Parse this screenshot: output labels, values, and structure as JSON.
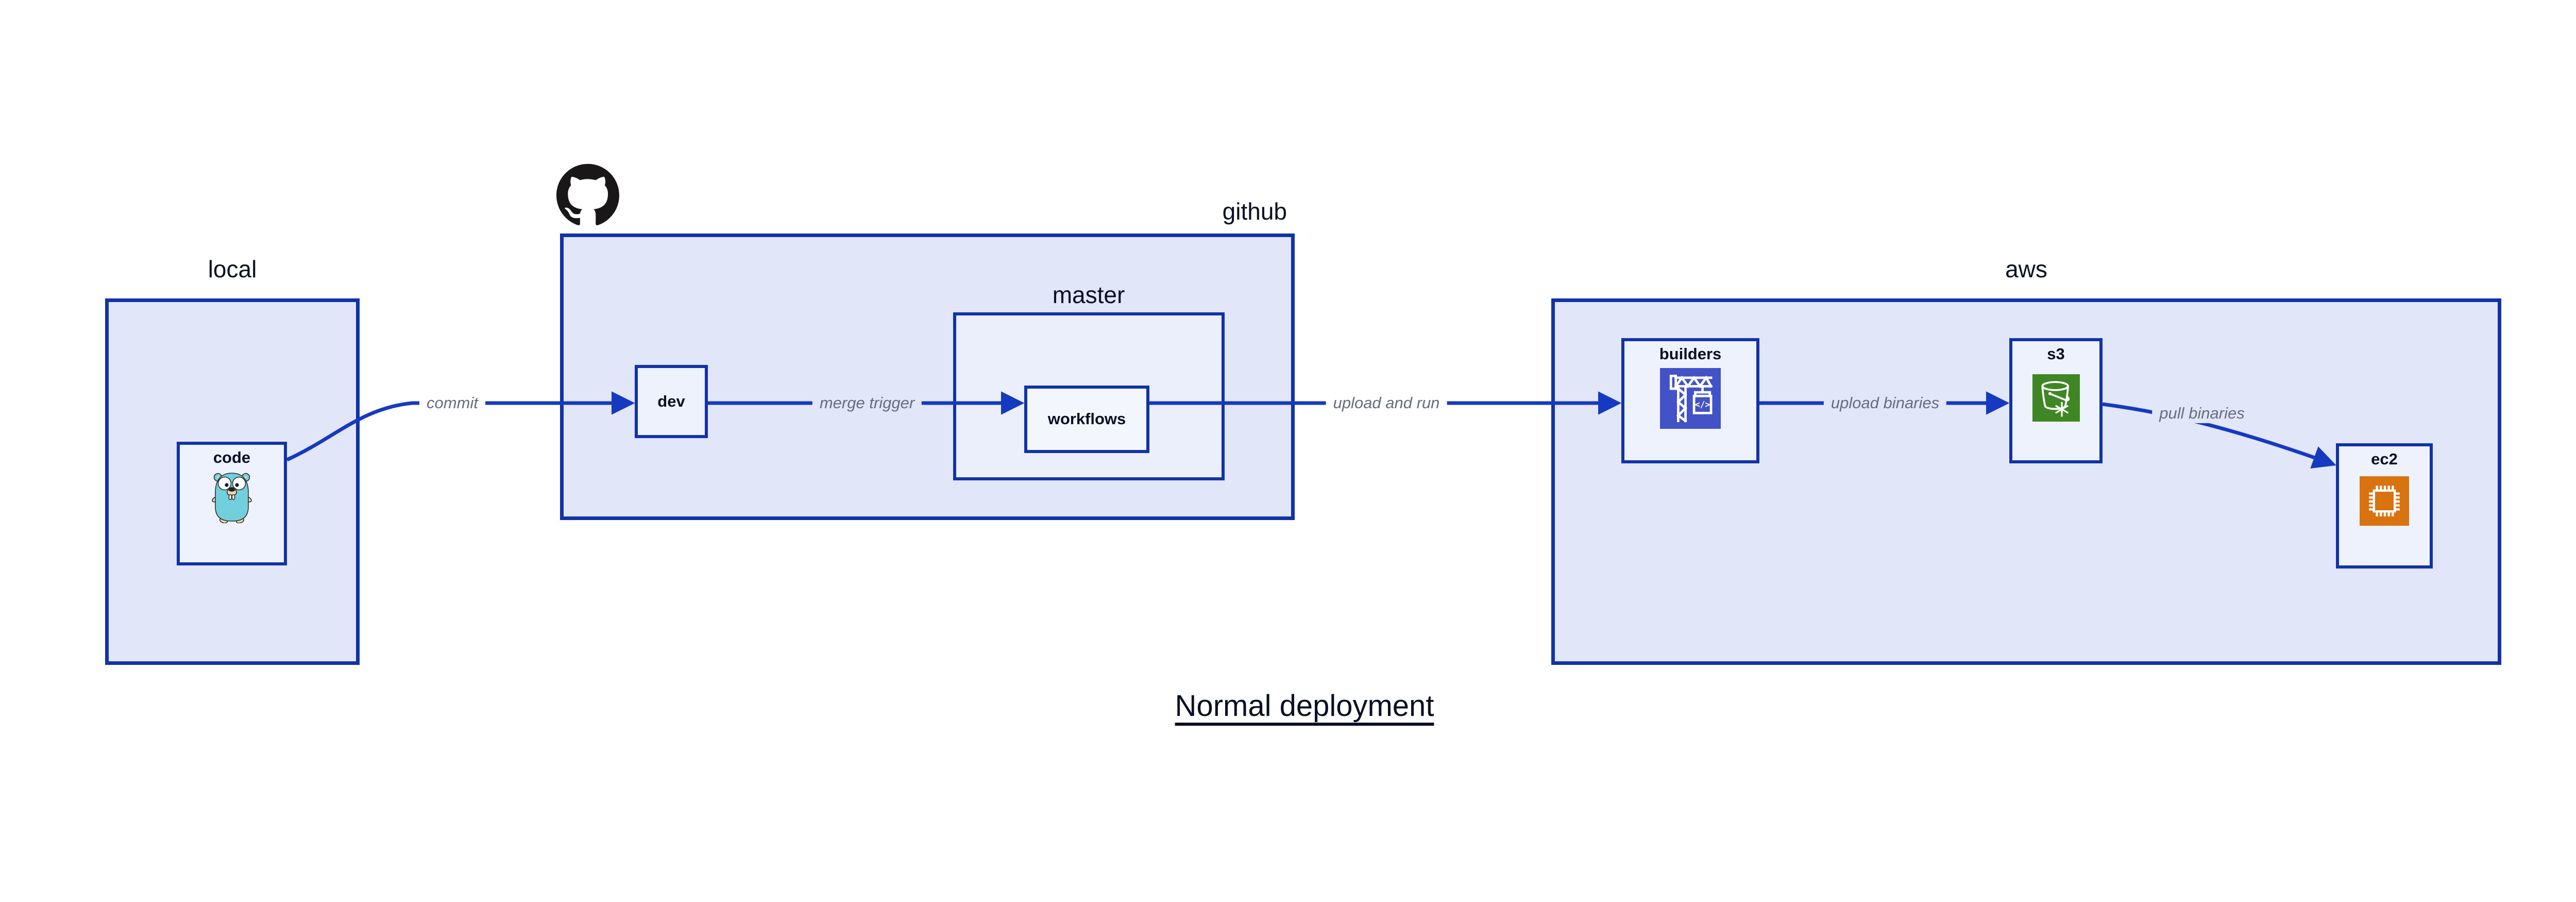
{
  "title": {
    "text": "Normal deployment"
  },
  "groups": {
    "local": {
      "label": "local"
    },
    "github": {
      "label": "github"
    },
    "master": {
      "label": "master"
    },
    "aws": {
      "label": "aws"
    }
  },
  "nodes": {
    "code": {
      "label": "code",
      "icon": "go-gopher-icon"
    },
    "dev": {
      "label": "dev"
    },
    "workflows": {
      "label": "workflows"
    },
    "builders": {
      "label": "builders",
      "icon": "crane-container-codebuild-icon",
      "icon_bg": "#4452C7"
    },
    "s3": {
      "label": "s3",
      "icon": "bucket-snowflake-s3-icon",
      "icon_bg": "#3F8624"
    },
    "ec2": {
      "label": "ec2",
      "icon": "cpu-chip-ec2-icon",
      "icon_bg": "#D9730F"
    }
  },
  "edges": {
    "commit": {
      "label": "commit"
    },
    "merge_trigger": {
      "label": "merge trigger"
    },
    "upload_and_run": {
      "label": "upload and run"
    },
    "upload_binaries": {
      "label": "upload binaries"
    },
    "pull_binaries": {
      "label": "pull binaries"
    }
  },
  "decorations": {
    "github_logo": "octocat-icon"
  },
  "colors": {
    "container_border": "#1233A8",
    "edge_stroke": "#1539C0",
    "container_fill": "#E1E7F8",
    "nested_fill": "#EBEFFB",
    "leaf_fill": "#EEF2FC",
    "leaf_fill_inner": "#F4F6FD",
    "text": "#0A0F25",
    "edge_label_text": "#676C7E",
    "codebuild_bg": "#4452C7",
    "s3_bg": "#3F8624",
    "ec2_bg": "#D9730F",
    "octocat": "#191717",
    "gopher_body": "#72CFDC"
  }
}
